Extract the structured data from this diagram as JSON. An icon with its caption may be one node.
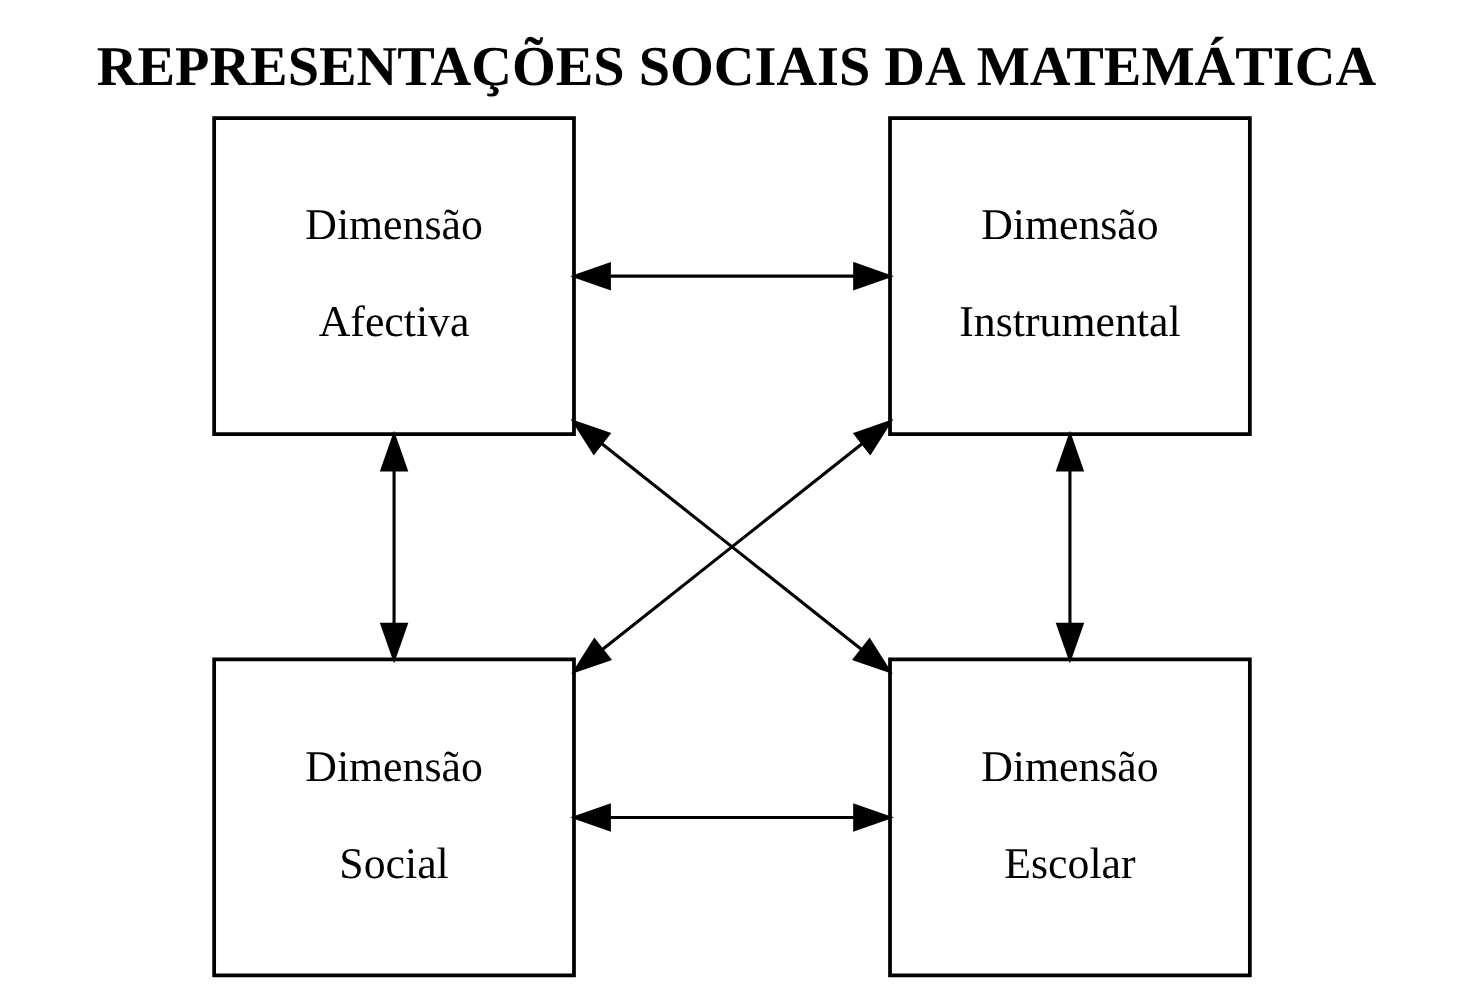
{
  "diagram": {
    "title": "REPRESENTAÇÕES SOCIAIS DA MATEMÁTICA",
    "nodes": [
      {
        "text": [
          "Dimensão",
          "Afectiva"
        ]
      },
      {
        "text": [
          "Dimensão",
          "Instrumental"
        ]
      },
      {
        "text": [
          "Dimensão",
          "Social"
        ]
      },
      {
        "text": [
          "Dimensão",
          "Escolar"
        ]
      }
    ],
    "edges": [
      {
        "from": 0,
        "to": 1,
        "arrow": "both"
      },
      {
        "from": 0,
        "to": 2,
        "arrow": "both"
      },
      {
        "from": 1,
        "to": 3,
        "arrow": "both"
      },
      {
        "from": 0,
        "to": 3,
        "arrow": "both"
      },
      {
        "from": 1,
        "to": 2,
        "arrow": "both"
      },
      {
        "from": 2,
        "to": 3,
        "arrow": "both"
      }
    ]
  }
}
